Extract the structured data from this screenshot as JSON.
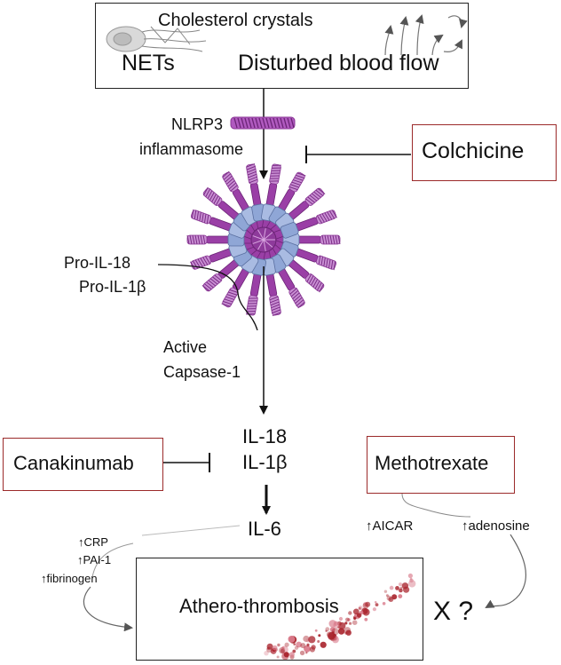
{
  "triggers": {
    "cholesterol": "Cholesterol crystals",
    "nets": "NETs",
    "blood_flow": "Disturbed blood flow"
  },
  "nlrp3": {
    "line1": "NLRP3",
    "line2": "inflammasome"
  },
  "drugs": {
    "colchicine": "Colchicine",
    "canakinumab": "Canakinumab",
    "methotrexate": "Methotrexate"
  },
  "pro_cytokines": {
    "line1": "Pro-IL-18",
    "line2": "Pro-IL-1β"
  },
  "caspase": {
    "line1": "Active",
    "line2": "Capsase-1"
  },
  "cytokines": {
    "il18": "IL-18",
    "il1b": "IL-1β",
    "il6": "IL-6"
  },
  "markers": {
    "crp": "↑CRP",
    "pai1": "↑PAI-1",
    "fibrinogen": "↑fibrinogen"
  },
  "mtx_effects": {
    "aicar": "↑AICAR",
    "adenosine": "↑adenosine"
  },
  "outcome": {
    "label": "Athero-thrombosis",
    "uncertain": "X ?"
  },
  "colors": {
    "purple": "#9a3fa6",
    "purple_light": "#c98fd3",
    "blue": "#8fa6d6",
    "drug_border": "#9b2a2a",
    "blood": "#a8222b"
  }
}
